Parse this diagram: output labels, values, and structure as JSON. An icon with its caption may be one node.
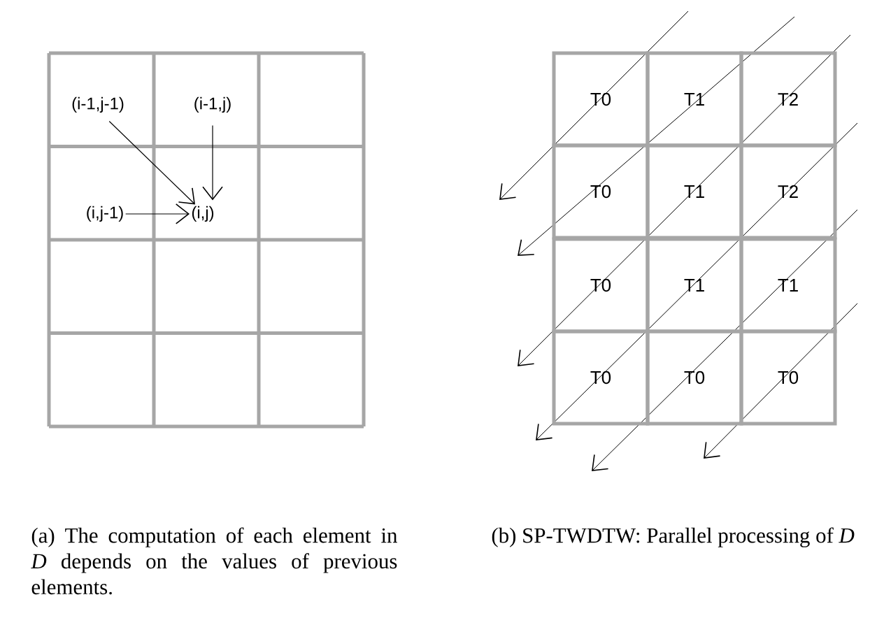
{
  "diagram": {
    "nodes": [
      {
        "text": [
          "(i-1,j-1)"
        ]
      },
      {
        "text": [
          "(i-1,j)"
        ]
      },
      {
        "text": [
          "(i,j-1)"
        ]
      },
      {
        "text": [
          "(i,j)"
        ]
      },
      {
        "text": [
          "T0"
        ]
      },
      {
        "text": [
          "T1"
        ]
      },
      {
        "text": [
          "T2"
        ]
      },
      {
        "text": [
          "T0"
        ]
      },
      {
        "text": [
          "T1"
        ]
      },
      {
        "text": [
          "T2"
        ]
      },
      {
        "text": [
          "T0"
        ]
      },
      {
        "text": [
          "T1"
        ]
      },
      {
        "text": [
          "T1"
        ]
      },
      {
        "text": [
          "T0"
        ]
      },
      {
        "text": [
          "T0"
        ]
      },
      {
        "text": [
          "T0"
        ]
      }
    ],
    "edges": [
      {
        "from": 0,
        "to": 3,
        "arrow": "to"
      },
      {
        "from": 1,
        "to": 3,
        "arrow": "to"
      },
      {
        "from": 2,
        "to": 3,
        "arrow": "to"
      }
    ],
    "labels": [
      "(a) The computation of each element in *D* depends on the values of previous elements.",
      "(b) SP-TWDTW: Parallel processing of *D*"
    ]
  }
}
